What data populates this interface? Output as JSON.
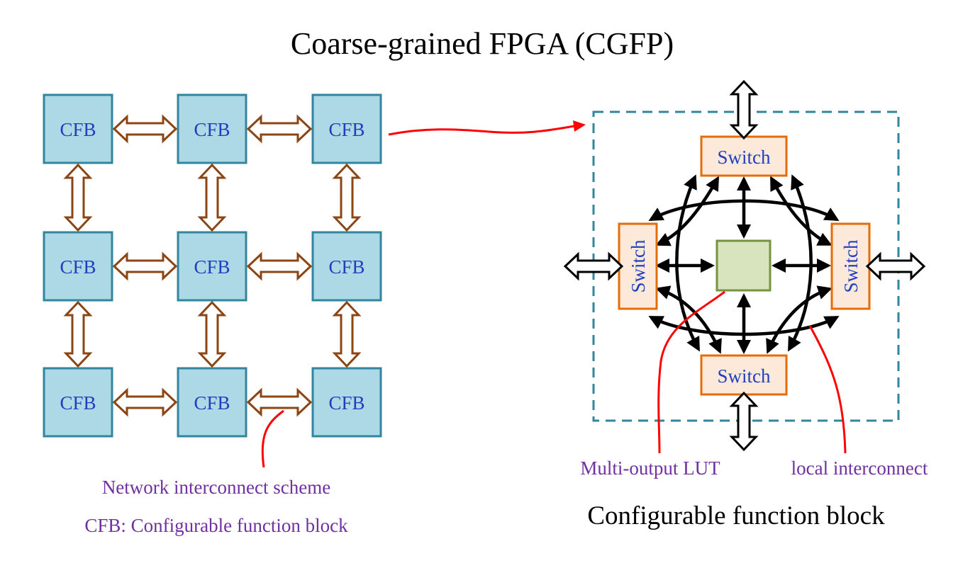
{
  "title": "Coarse-grained FPGA (CGFP)",
  "cfb_label": "CFB",
  "switch_label": "Switch",
  "labels": {
    "network": "Network  interconnect scheme",
    "cfb_def": "CFB: Configurable  function  block",
    "lut": "Multi-output  LUT",
    "local": "local  interconnect",
    "cfb_title": "Configurable function block"
  },
  "colors": {
    "cfb_fill": "#add8e6",
    "cfb_stroke": "#31859c",
    "cfb_text": "#1f3fbf",
    "brown_arrow": "#8b4513",
    "switch_fill": "#fde9d9",
    "switch_stroke": "#e46c0a",
    "lut_fill": "#d7e4bd",
    "lut_stroke": "#77933c",
    "callout": "#ff0000",
    "label_purple": "#7030a0"
  }
}
